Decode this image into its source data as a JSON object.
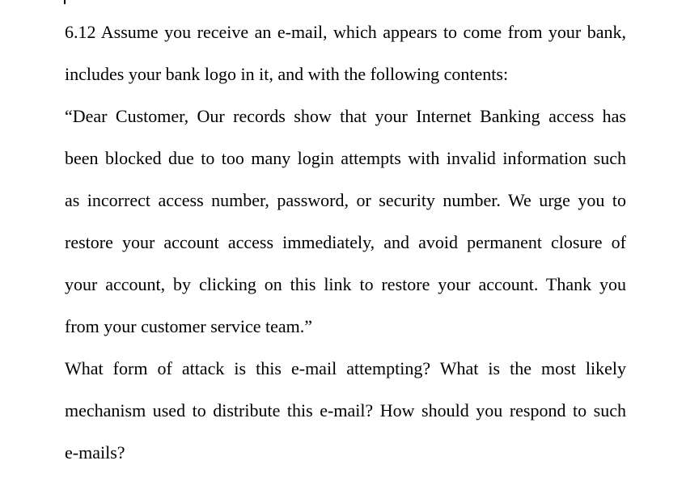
{
  "colors": {
    "background": "#ffffff",
    "text": "#000000"
  },
  "document": {
    "paragraphs": [
      {
        "name": "question-intro",
        "lines": [
          "6.12 Assume you receive an e-mail, which appears to come from your bank,",
          "includes your bank logo in it, and with the following contents:"
        ]
      },
      {
        "name": "email-quote",
        "lines": [
          "“Dear Customer, Our records show that your Internet Banking access has",
          "been blocked due to too many login attempts with invalid information such",
          "as incorrect access number, password, or security number. We urge you to",
          "restore your account access immediately, and avoid permanent closure of",
          "your account, by clicking on this link to restore your account. Thank you",
          "from your customer service team.”"
        ]
      },
      {
        "name": "question-prompts",
        "lines": [
          "What form of attack is this e-mail attempting? What is the most likely",
          "mechanism used to distribute this e-mail? How should you respond to such",
          "e-mails?"
        ]
      }
    ]
  }
}
